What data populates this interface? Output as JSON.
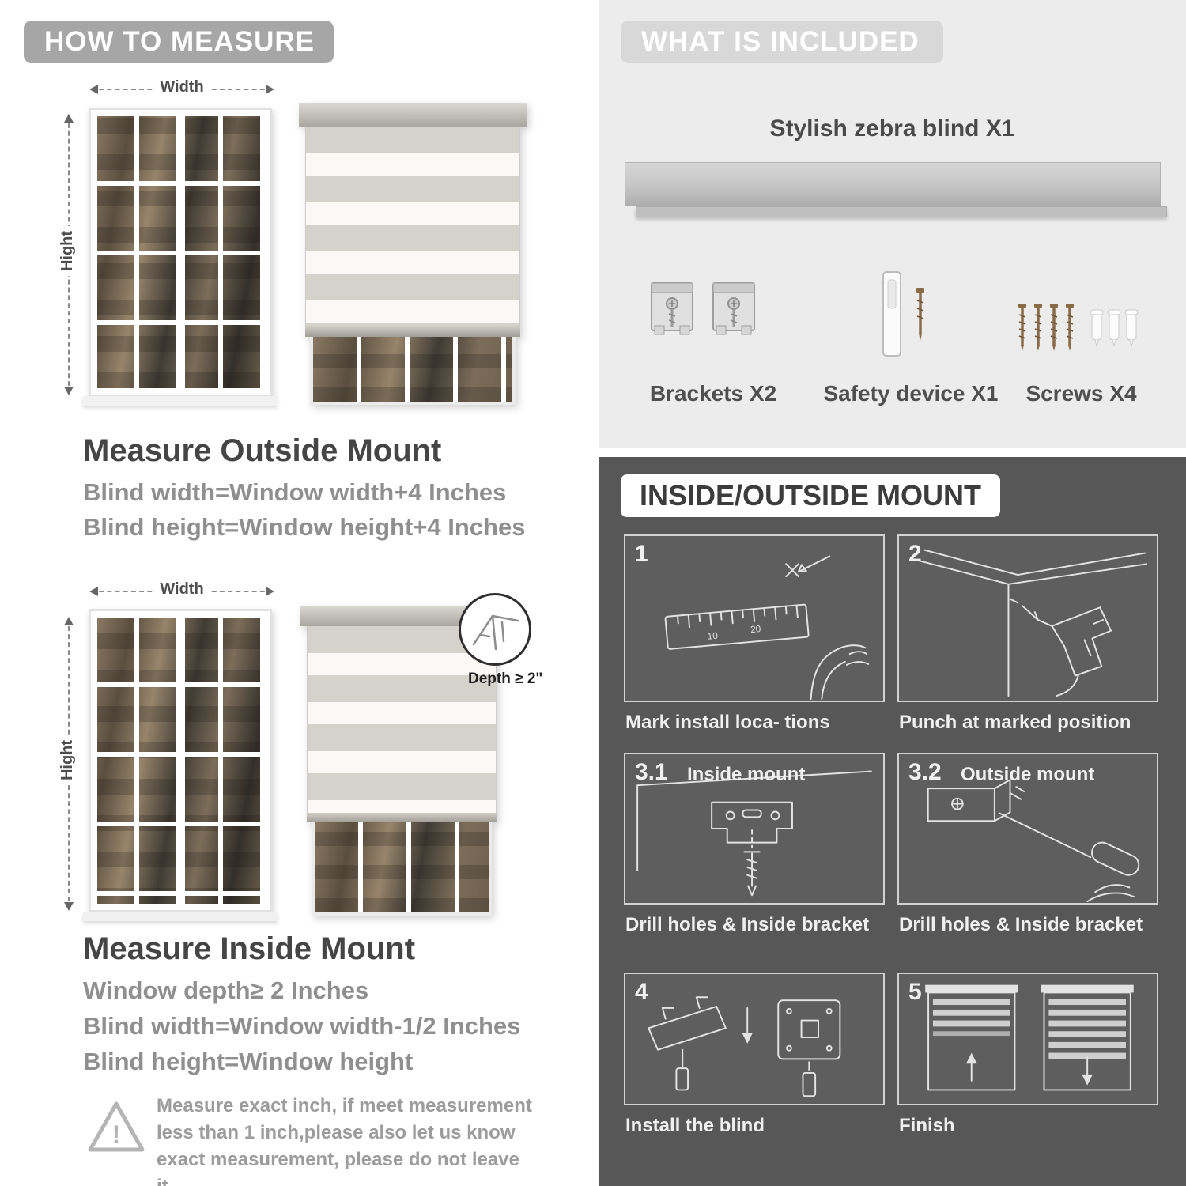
{
  "left": {
    "header": "HOW TO MEASURE",
    "labels": {
      "width": "Width",
      "height": "Hight"
    },
    "outside": {
      "title": "Measure Outside Mount",
      "line1": "Blind width=Window width+4 Inches",
      "line2": "Blind height=Window height+4 Inches"
    },
    "inside": {
      "title": "Measure Inside Mount",
      "line1": "Window depth≥ 2 Inches",
      "line2": "Blind width=Window width-1/2 Inches",
      "line3": "Blind height=Window height"
    },
    "depth_label": "Depth ≥ 2\"",
    "warning": {
      "text": "Measure exact inch, if meet measurement less than 1 inch,please also let us know exact measurement, please do not leave it"
    }
  },
  "right": {
    "included": {
      "header": "WHAT IS INCLUDED",
      "blind_label": "Stylish zebra blind X1",
      "items": [
        {
          "label": "Brackets X2"
        },
        {
          "label": "Safety device X1"
        },
        {
          "label": "Screws X4"
        }
      ]
    },
    "mount": {
      "header": "INSIDE/OUTSIDE MOUNT",
      "steps": [
        {
          "num": "1",
          "sub": "",
          "caption": "Mark install loca- tions"
        },
        {
          "num": "2",
          "sub": "",
          "caption": "Punch at marked position"
        },
        {
          "num": "3.1",
          "sub": "Inside mount",
          "caption": "Drill holes & Inside bracket"
        },
        {
          "num": "3.2",
          "sub": "Outside mount",
          "caption": "Drill holes & Inside bracket"
        },
        {
          "num": "4",
          "sub": "",
          "caption": "Install the blind"
        },
        {
          "num": "5",
          "sub": "",
          "caption": "Finish"
        }
      ]
    },
    "colors": {
      "dark_panel": "#575757",
      "light_panel": "#ececec",
      "badge_gray": "#a6a6a6"
    }
  }
}
